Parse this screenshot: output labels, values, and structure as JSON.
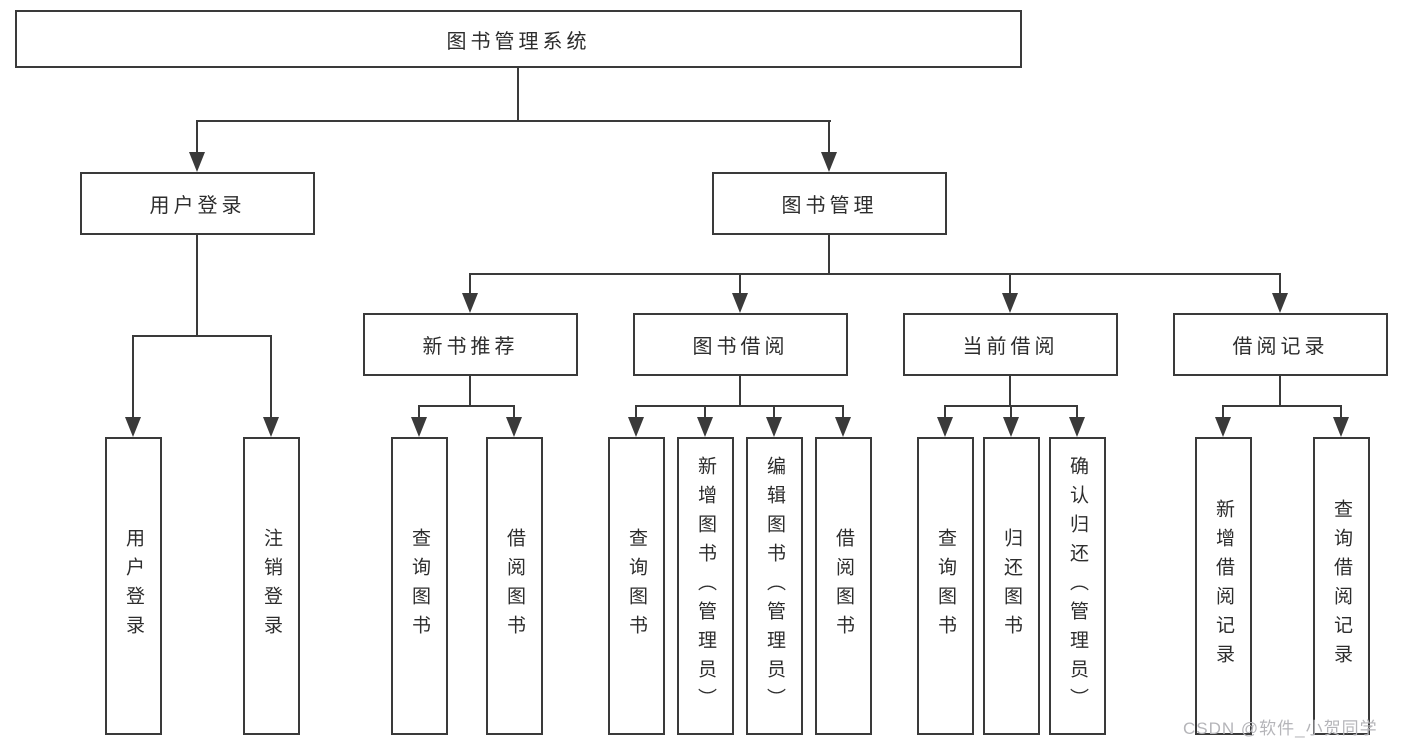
{
  "diagram": {
    "title_node": {
      "label": "图书管理系统"
    },
    "level2": [
      {
        "label": "用户登录"
      },
      {
        "label": "图书管理"
      }
    ],
    "level3": [
      {
        "label": "新书推荐"
      },
      {
        "label": "图书借阅"
      },
      {
        "label": "当前借阅"
      },
      {
        "label": "借阅记录"
      }
    ],
    "leaves": {
      "user_login": [
        {
          "label": "用户登录"
        },
        {
          "label": "注销登录"
        }
      ],
      "new_book": [
        {
          "label": "查询图书"
        },
        {
          "label": "借阅图书"
        }
      ],
      "book_borrowing": [
        {
          "label": "查询图书"
        },
        {
          "label": "新增图书（管理员）"
        },
        {
          "label": "编辑图书（管理员）"
        },
        {
          "label": "借阅图书"
        }
      ],
      "current_borrowing": [
        {
          "label": "查询图书"
        },
        {
          "label": "归还图书"
        },
        {
          "label": "确认归还（管理员）"
        }
      ],
      "records": [
        {
          "label": "新增借阅记录"
        },
        {
          "label": "查询借阅记录"
        }
      ]
    }
  },
  "watermark": {
    "text": "CSDN @软件_小贺同学"
  },
  "colors": {
    "line": "#3a3a3a",
    "text": "#2d2d2d",
    "box_background": "#ffffff",
    "watermark": "#b5b5b9",
    "background": "#ffffff"
  }
}
